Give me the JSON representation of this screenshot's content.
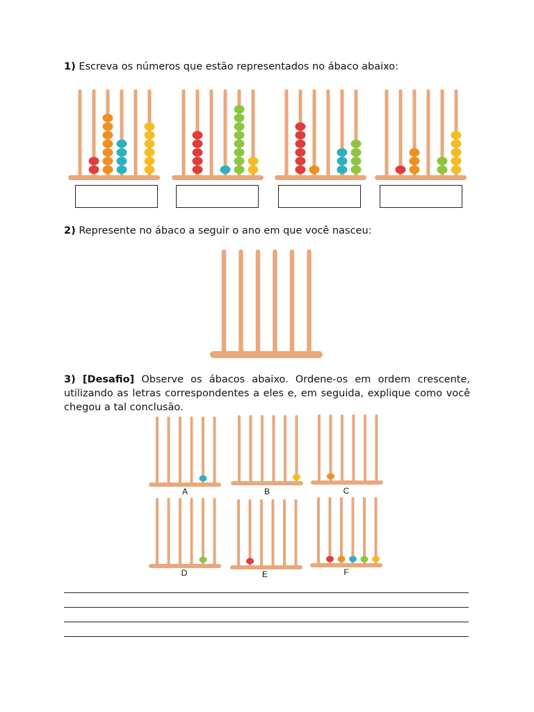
{
  "colors": {
    "rod": "#e8a87c",
    "red": "#e03c3c",
    "orange": "#ef8f1f",
    "teal": "#2bb0c4",
    "yellow": "#f5bc22",
    "green": "#8cc63f"
  },
  "question1": {
    "number": "1)",
    "text": " Escreva os números que estão representados no ábaco abaixo:",
    "abacuses": [
      {
        "rods": [
          [],
          [
            "red",
            "red"
          ],
          [
            "orange",
            "orange",
            "orange",
            "orange",
            "orange",
            "orange",
            "orange"
          ],
          [
            "teal",
            "teal",
            "teal",
            "teal"
          ],
          [],
          [
            "yellow",
            "yellow",
            "yellow",
            "yellow",
            "yellow",
            "yellow"
          ]
        ]
      },
      {
        "rods": [
          [],
          [
            "red",
            "red",
            "red",
            "red",
            "red"
          ],
          [],
          [
            "teal"
          ],
          [
            "green",
            "green",
            "green",
            "green",
            "green",
            "green",
            "green",
            "green"
          ],
          [
            "yellow",
            "yellow"
          ]
        ]
      },
      {
        "rods": [
          [],
          [
            "red",
            "red",
            "red",
            "red",
            "red",
            "red"
          ],
          [
            "orange"
          ],
          [],
          [
            "teal",
            "teal",
            "teal"
          ],
          [
            "green",
            "green",
            "green",
            "green"
          ]
        ]
      },
      {
        "rods": [
          [],
          [
            "red"
          ],
          [
            "orange",
            "orange",
            "orange"
          ],
          [],
          [
            "green",
            "green"
          ],
          [
            "yellow",
            "yellow",
            "yellow",
            "yellow",
            "yellow"
          ]
        ]
      }
    ]
  },
  "question2": {
    "number": "2)",
    "text": " Represente no ábaco a seguir o ano em que você nasceu:"
  },
  "question3": {
    "number": "3)",
    "tag": "[Desafio]",
    "text": " Observe os ábacos abaixo. Ordene-os em ordem crescente, utilizando as letras correspondentes a eles e, em seguida, explique como você chegou a tal conclusão.",
    "abacuses": [
      {
        "label": "A",
        "beads": [
          [
            4,
            "teal"
          ]
        ]
      },
      {
        "label": "B",
        "beads": [
          [
            5,
            "yellow"
          ]
        ]
      },
      {
        "label": "C",
        "beads": [
          [
            1,
            "orange"
          ]
        ]
      },
      {
        "label": "D",
        "beads": [
          [
            4,
            "green"
          ]
        ]
      },
      {
        "label": "E",
        "beads": [
          [
            1,
            "red"
          ]
        ]
      },
      {
        "label": "F",
        "beads": [
          [
            1,
            "red"
          ],
          [
            2,
            "orange"
          ],
          [
            3,
            "teal"
          ],
          [
            4,
            "green"
          ],
          [
            5,
            "yellow"
          ]
        ]
      }
    ]
  }
}
